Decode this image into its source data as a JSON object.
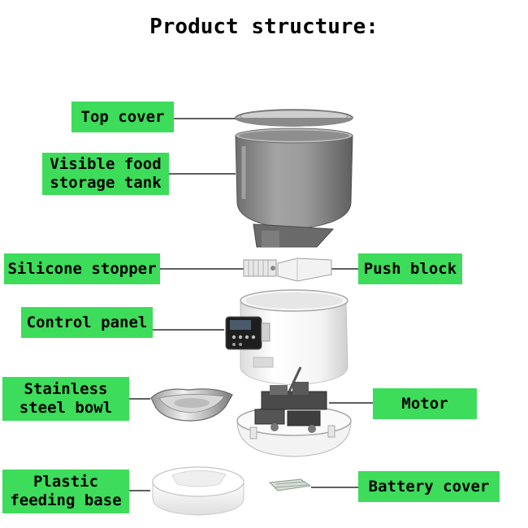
{
  "title": "Product structure:",
  "labels": {
    "top_cover": "Top cover",
    "storage_tank": [
      "Visible food",
      "storage tank"
    ],
    "silicone_stopper": "Silicone stopper",
    "push_block": "Push block",
    "control_panel": "Control panel",
    "steel_bowl": [
      "Stainless",
      "steel bowl"
    ],
    "motor": "Motor",
    "feeding_base": [
      "Plastic",
      "feeding base"
    ],
    "battery_cover": "Battery cover"
  },
  "colors": {
    "label_bg": "#3ddc5a",
    "leader_line": "#000000"
  }
}
